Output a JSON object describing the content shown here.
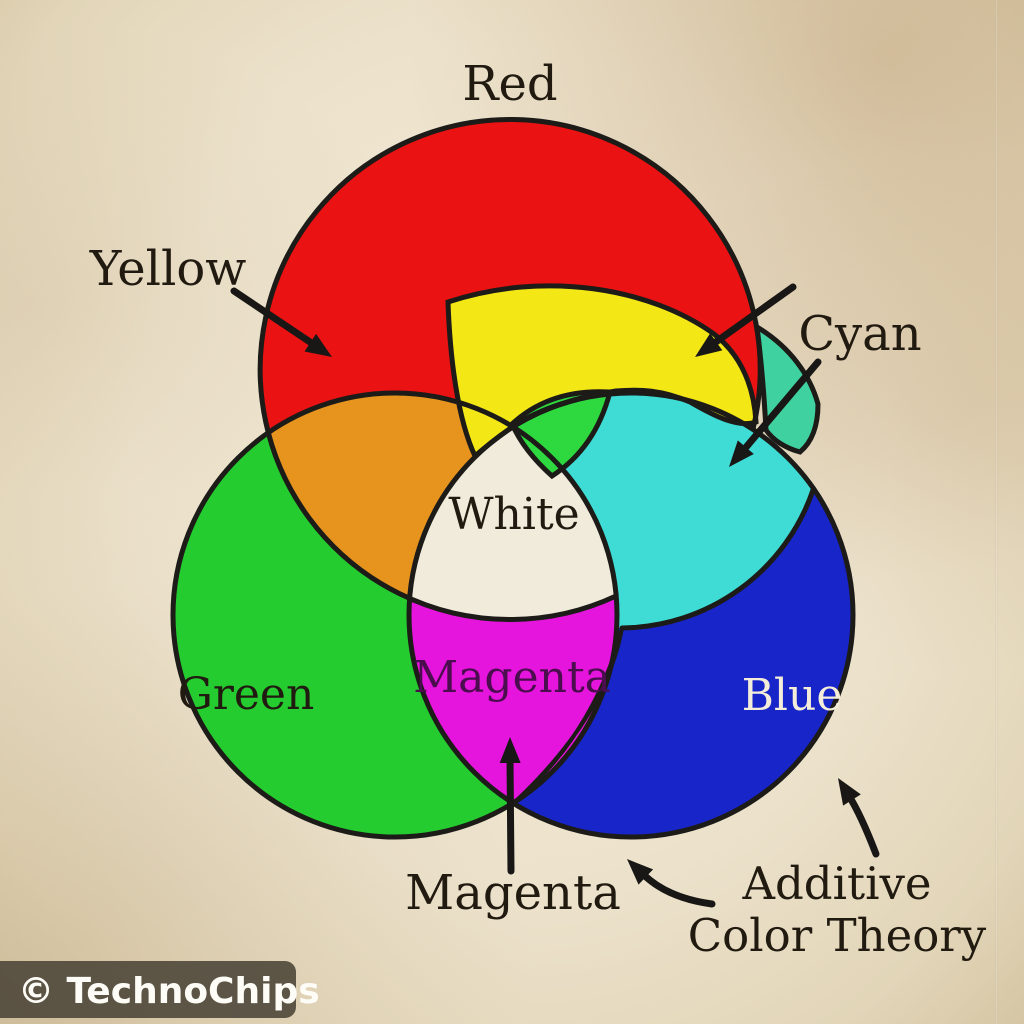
{
  "diagram": {
    "type": "venn",
    "topic": "Additive Color Theory",
    "labels": {
      "red": "Red",
      "yellow": "Yellow",
      "cyan": "Cyan",
      "white": "White",
      "magenta_center": "Magenta",
      "green": "Green",
      "blue": "Blue",
      "magenta_callout": "Magenta",
      "caption_line1": "Additive",
      "caption_line2": "Color Theory"
    },
    "colors": {
      "red": "#ea1212",
      "orange": "#e7941f",
      "yellow": "#f3e716",
      "green": "#25cc30",
      "green_patch": "#2ed93f",
      "green_sliver": "#27cf33",
      "cyan": "#3fdcd6",
      "teal": "#40d1a0",
      "blue": "#1825c8",
      "magenta": "#e615dd",
      "center_white": "#f1ebdb",
      "outline": "#1c1b18",
      "background": "#ede3cd",
      "label_dark": "#211a10",
      "label_light": "#f3edda",
      "label_plum": "#4a0d4d"
    },
    "watermark": {
      "text": "© TechnoChips"
    }
  }
}
